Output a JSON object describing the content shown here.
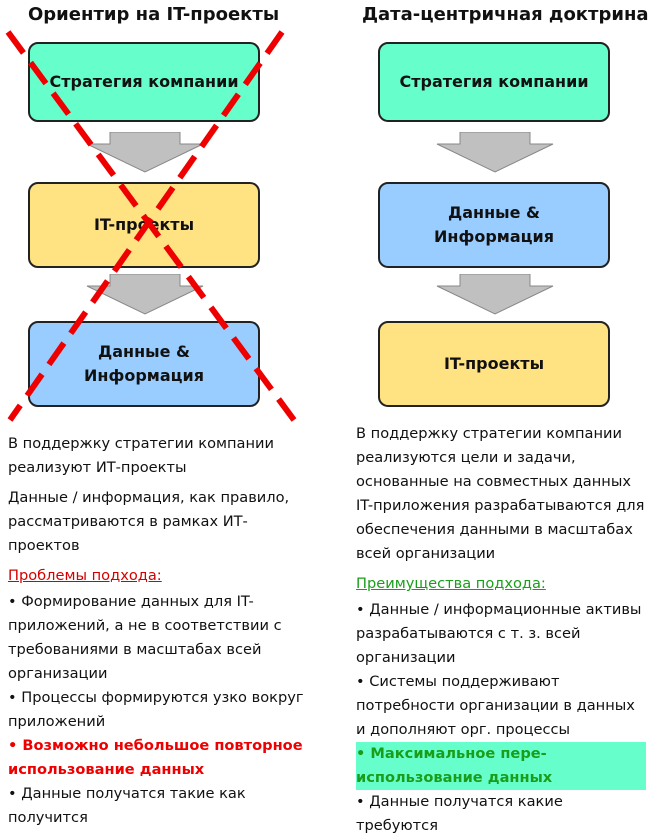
{
  "left": {
    "title": "Ориентир на IT-проекты",
    "boxes": [
      "Стратегия компании",
      "IT-проекты",
      "Данные &\nИнформация"
    ],
    "para1": "В поддержку стратегии компании реализуют ИТ-проекты",
    "para2": "Данные / информация, как правило, рассматриваются в рамках ИТ-проектов",
    "section_title": "Проблемы подхода:",
    "bullets": [
      "• Формирование данных для IT-приложений, а не в соответствии с требованиями в масштабах всей организации",
      "• Процессы формируются узко вокруг приложений",
      "• Возможно небольшое повторное использование данных",
      "• Данные получатся такие как получится"
    ]
  },
  "right": {
    "title": "Дата-центричная доктрина",
    "boxes": [
      "Стратегия компании",
      "Данные &\nИнформация",
      "IT-проекты"
    ],
    "para1": "В поддержку стратегии компании реализуются цели и задачи, основанные на совместных данных IT-приложения разрабатываются для обеспечения данными в масштабах всей организации",
    "section_title": "Преимущества подхода:",
    "bullets": [
      "• Данные / информационные активы разрабатываются с т. з. всей организации",
      "• Системы поддерживают потребности организации в данных и дополняют орг. процессы",
      "• Максимальное пере-использование данных",
      "• Данные получатся какие требуются"
    ]
  },
  "colors": {
    "strategy_box": "#66ffcc",
    "it_box": "#ffe282",
    "data_box": "#99ccff",
    "cross": "#ee0000",
    "problems": "#d40000",
    "advantages": "#1a9e1a",
    "arrow": "#c0c0c0"
  }
}
